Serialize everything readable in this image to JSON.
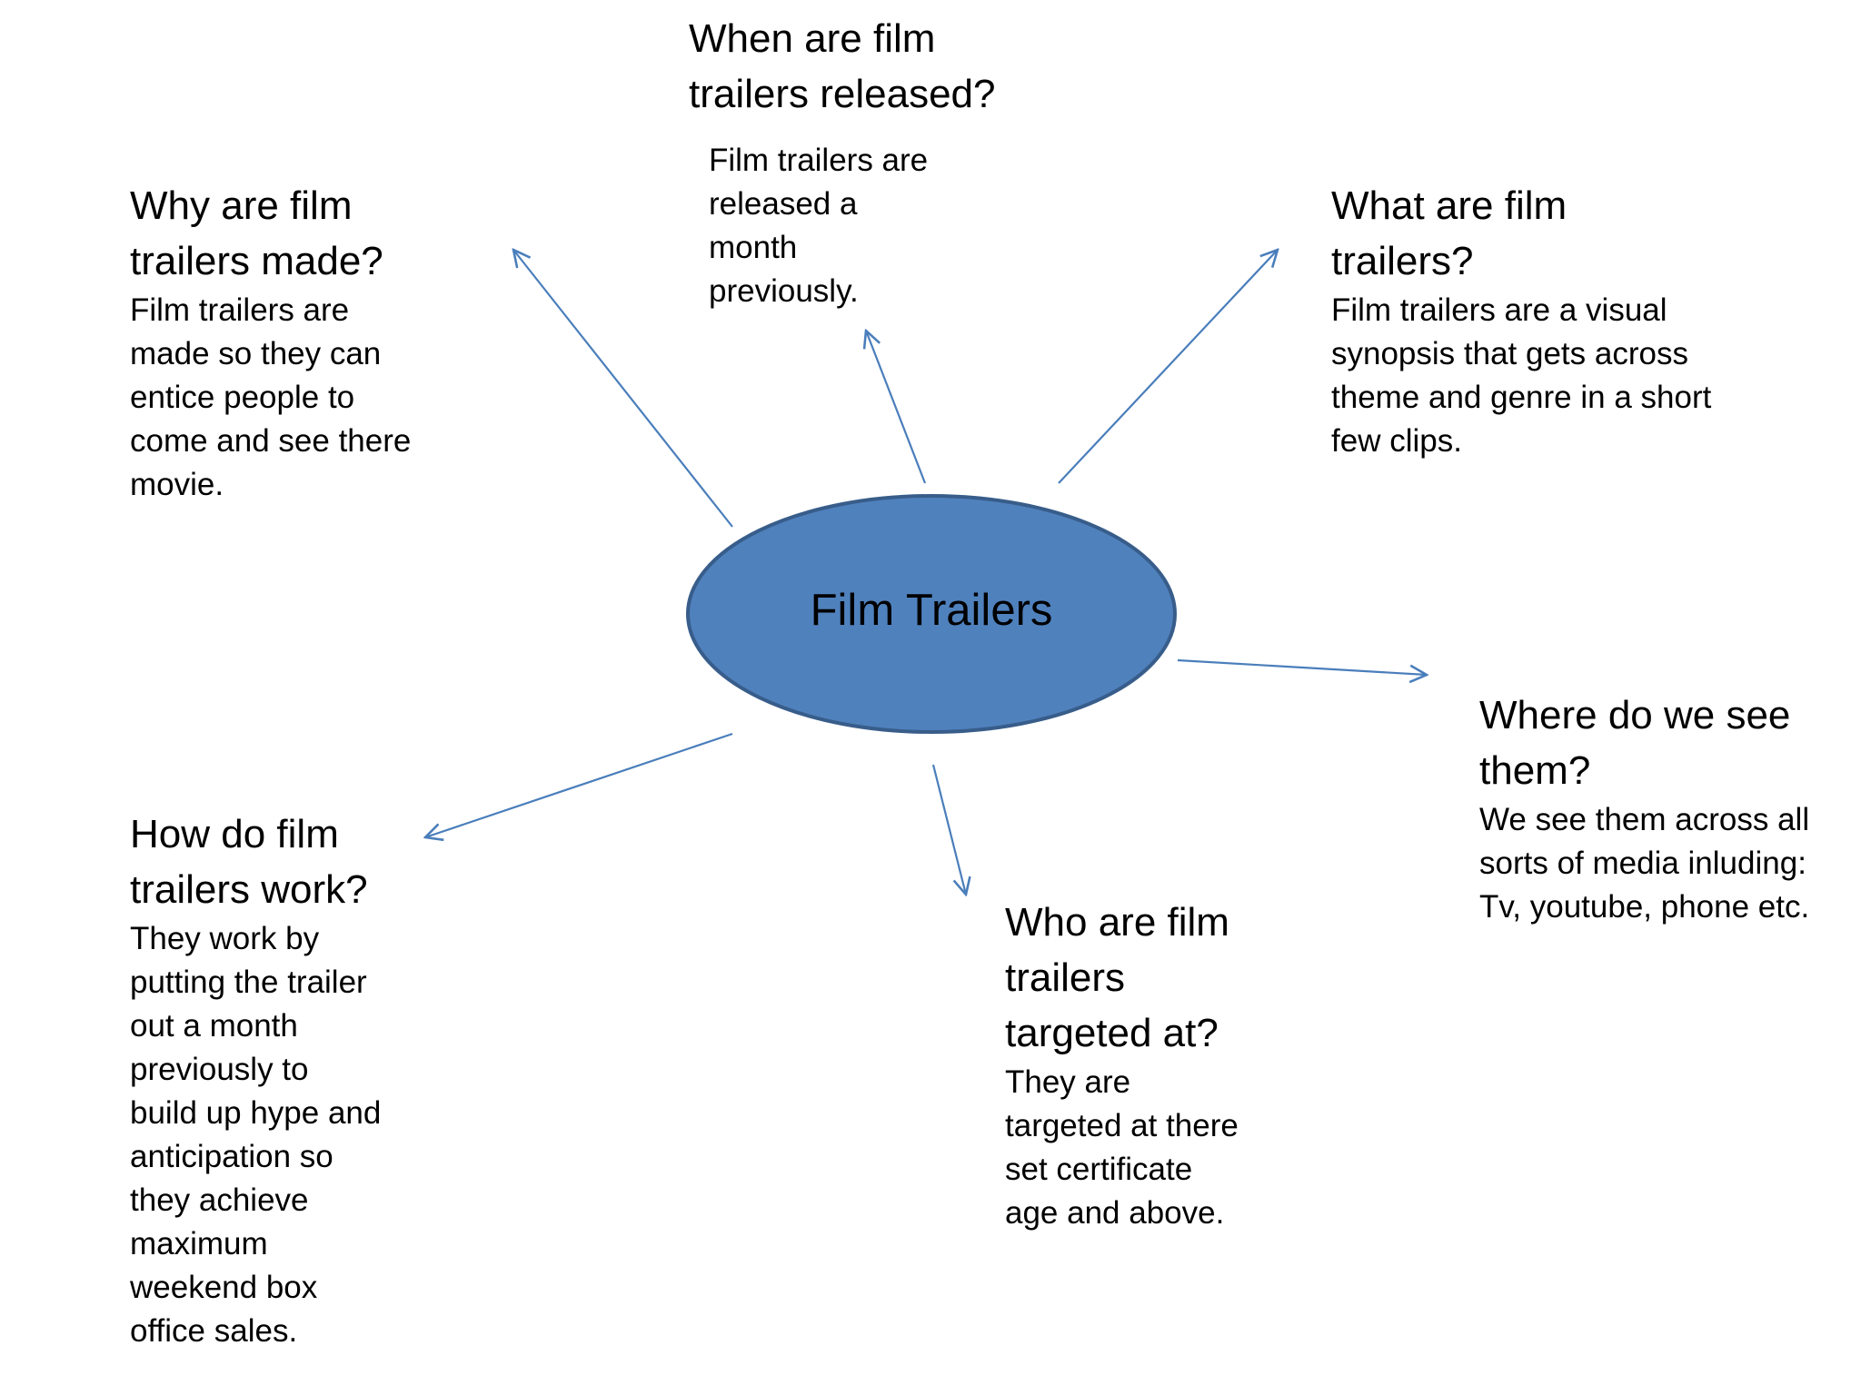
{
  "center": {
    "label": "Film Trailers",
    "fill_color": "#4f81bd",
    "stroke_color": "#385d8a"
  },
  "arrow_color": "#4a7ebb",
  "nodes": {
    "when": {
      "heading": "When are film\ntrailers released?",
      "body": "Film trailers are\nreleased a\nmonth\npreviously."
    },
    "why": {
      "heading": "Why are film\ntrailers made?",
      "body": "Film trailers are\nmade so they can\nentice people to\ncome and see there\nmovie."
    },
    "what": {
      "heading": "What are film\ntrailers?",
      "body": "Film trailers are a visual\nsynopsis that gets across\ntheme and genre in a short\nfew clips."
    },
    "where": {
      "heading": "Where do we see\nthem?",
      "body": "We see them across all\nsorts of media inluding:\nTv, youtube, phone etc."
    },
    "how": {
      "heading": "How do film\ntrailers work?",
      "body": "They work by\nputting the trailer\nout a month\npreviously to\nbuild up hype and\nanticipation so\nthey achieve\nmaximum\nweekend box\noffice sales."
    },
    "who": {
      "heading": "Who are film\ntrailers\ntargeted at?",
      "body": "They are\ntargeted at there\nset certificate\nage and above."
    }
  }
}
